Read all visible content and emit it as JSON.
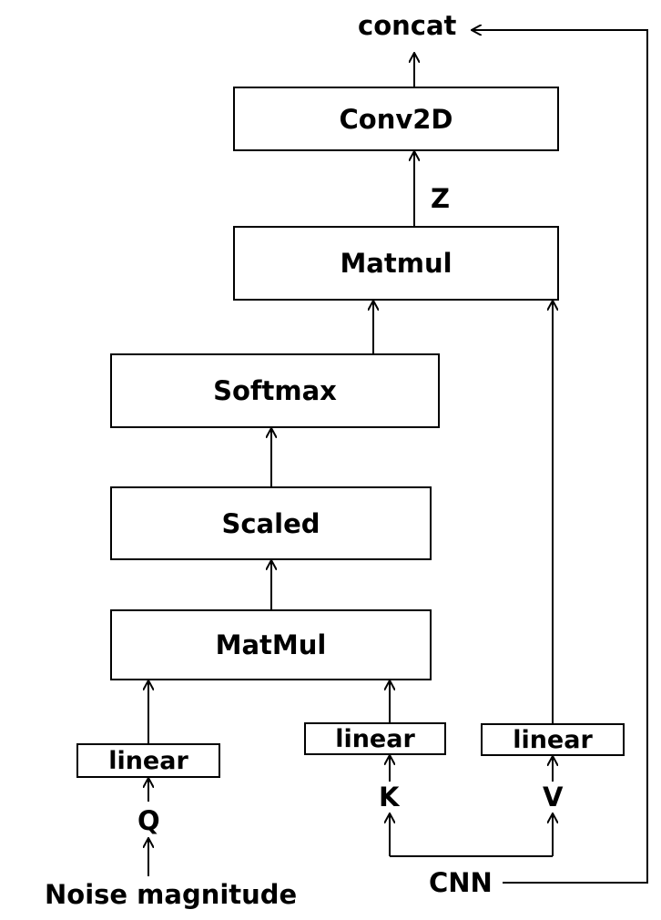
{
  "nodes": {
    "concat": "concat",
    "conv2d": "Conv2D",
    "z": "Z",
    "matmul_top": "Matmul",
    "softmax": "Softmax",
    "scaled": "Scaled",
    "matmul_bottom": "MatMul",
    "linear_q": "linear",
    "linear_k": "linear",
    "linear_v": "linear",
    "q": "Q",
    "k": "K",
    "v": "V",
    "noise": "Noise magnitude",
    "cnn": "CNN"
  },
  "colors": {
    "stroke": "#000000",
    "background": "#ffffff"
  }
}
